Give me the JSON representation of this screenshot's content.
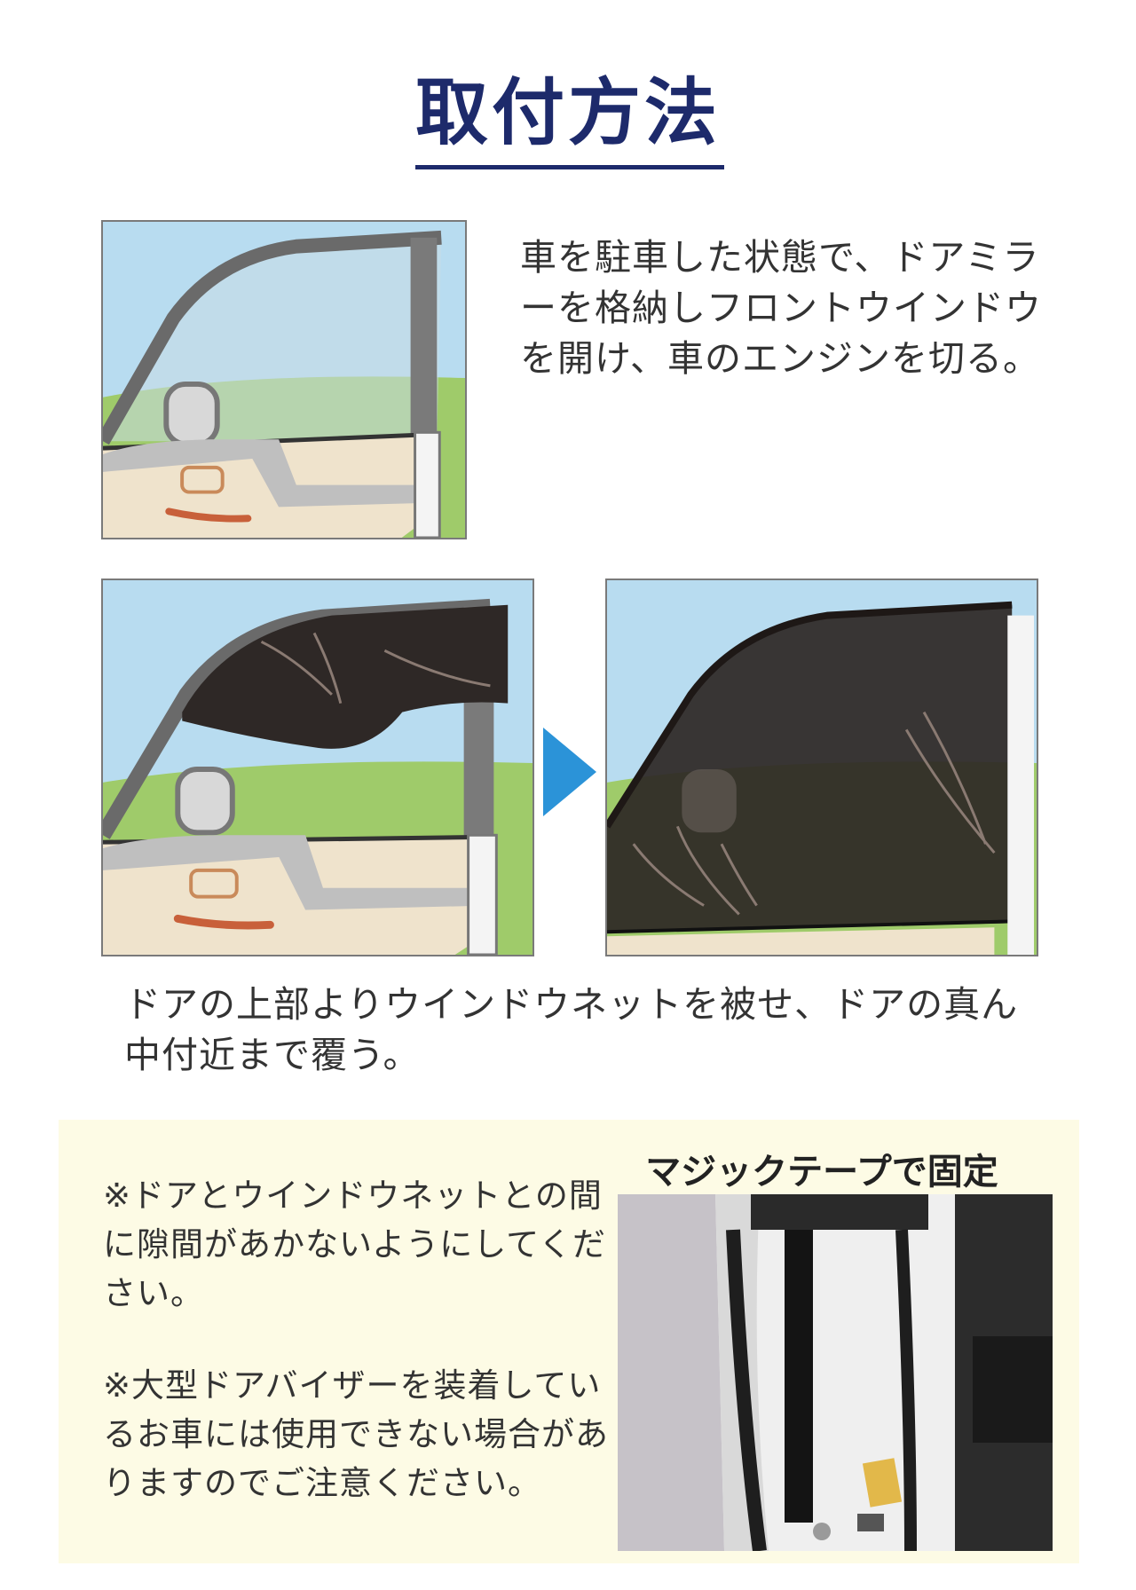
{
  "title": "取付方法",
  "step1": {
    "text": "車を駐車した状態で、ドアミラーを格納しフロントウインドウを開け、車のエンジンを切る。"
  },
  "step2": {
    "text": "ドアの上部よりウインドウネットを被せ、ドアの真ん中付近まで覆う。",
    "arrow_color": "#2b93d8"
  },
  "notes": {
    "note1": "※ドアとウインドウネットとの間に隙間があかないようにしてください。",
    "note2": "※大型ドアバイザーを装着しているお車には使用できない場合がありますのでご注意ください。",
    "photo_caption": "マジックテープで固定",
    "background_color": "#fdfbe5"
  },
  "colors": {
    "title": "#1d2a6b",
    "sky": "#b8dcf0",
    "grass": "#9fcb6a",
    "door": "#efe3cc",
    "frame": "#6a6a6a",
    "net": "#2e2826"
  }
}
